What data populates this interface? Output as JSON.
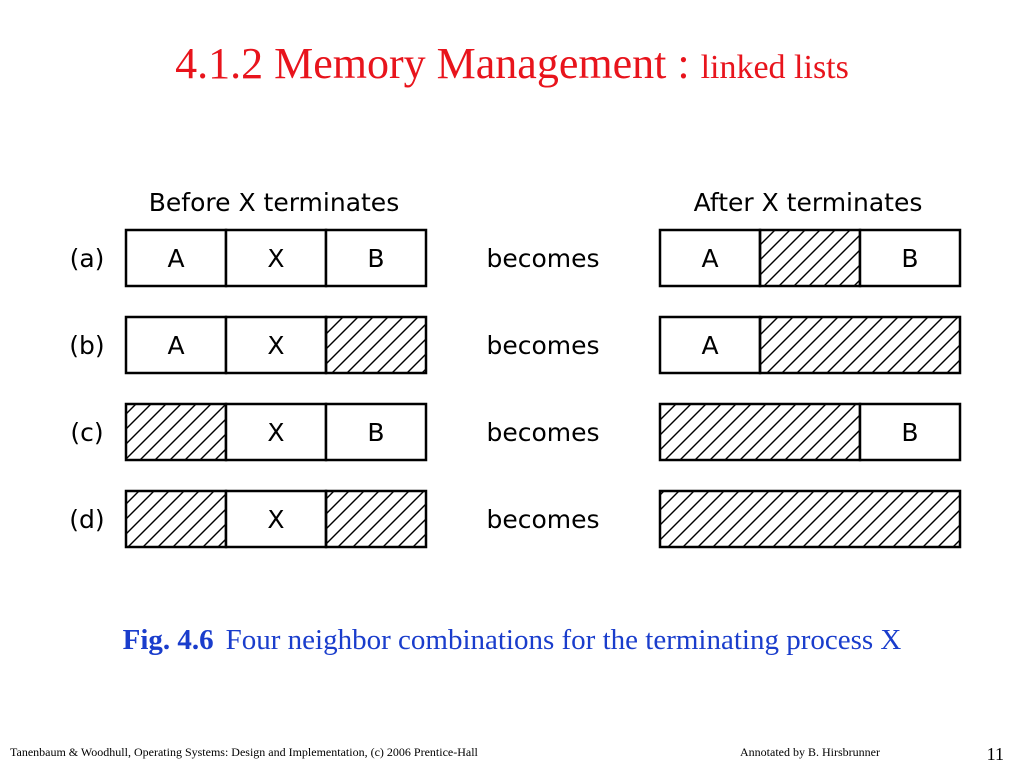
{
  "slide": {
    "title_main": "4.1.2  Memory Management : ",
    "title_sub": "linked lists",
    "caption_label": "Fig. 4.6",
    "caption_text": "Four neighbor combinations for the terminating process X",
    "footer_left": "Tanenbaum & Woodhull, Operating Systems: Design and Implementation, (c) 2006 Prentice-Hall",
    "footer_right": "Annotated by B. Hirsbrunner",
    "page_number": "11"
  },
  "diagram": {
    "before_header": "Before X terminates",
    "after_header": "After X terminates",
    "rows": [
      {
        "label": "(a)",
        "becomes": "becomes",
        "before": [
          {
            "text": "A",
            "hatched": false
          },
          {
            "text": "X",
            "hatched": false
          },
          {
            "text": "B",
            "hatched": false
          }
        ],
        "after": [
          {
            "text": "A",
            "hatched": false,
            "span": 1
          },
          {
            "text": "",
            "hatched": true,
            "span": 1
          },
          {
            "text": "B",
            "hatched": false,
            "span": 1
          }
        ]
      },
      {
        "label": "(b)",
        "becomes": "becomes",
        "before": [
          {
            "text": "A",
            "hatched": false
          },
          {
            "text": "X",
            "hatched": false
          },
          {
            "text": "",
            "hatched": true
          }
        ],
        "after": [
          {
            "text": "A",
            "hatched": false,
            "span": 1
          },
          {
            "text": "",
            "hatched": true,
            "span": 2
          }
        ]
      },
      {
        "label": "(c)",
        "becomes": "becomes",
        "before": [
          {
            "text": "",
            "hatched": true
          },
          {
            "text": "X",
            "hatched": false
          },
          {
            "text": "B",
            "hatched": false
          }
        ],
        "after": [
          {
            "text": "",
            "hatched": true,
            "span": 2
          },
          {
            "text": "B",
            "hatched": false,
            "span": 1
          }
        ]
      },
      {
        "label": "(d)",
        "becomes": "becomes",
        "before": [
          {
            "text": "",
            "hatched": true
          },
          {
            "text": "X",
            "hatched": false
          },
          {
            "text": "",
            "hatched": true
          }
        ],
        "after": [
          {
            "text": "",
            "hatched": true,
            "span": 3
          }
        ]
      }
    ]
  }
}
